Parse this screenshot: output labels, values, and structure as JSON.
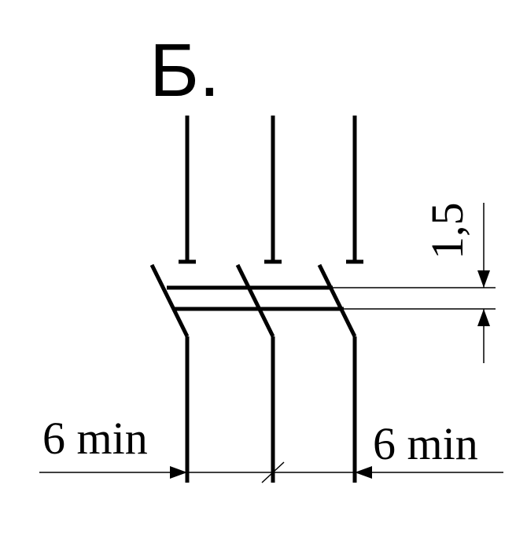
{
  "diagram": {
    "title": "Б.",
    "dimension_height": "1,5",
    "dimension_left_spacing": "6 min",
    "dimension_right_spacing": "6 min",
    "stroke_color": "#000000",
    "background_color": "#ffffff",
    "pole_count": 3
  }
}
